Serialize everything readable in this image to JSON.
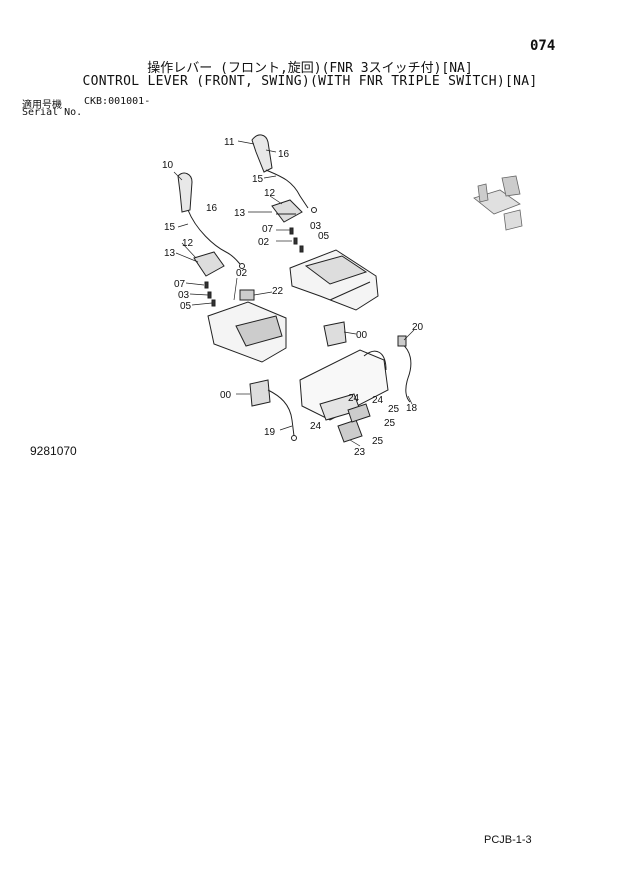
{
  "page_number": "074",
  "title_jp": "操作レバー (フロント,旋回)(FNR 3スイッチ付)[NA]",
  "title_en": "CONTROL LEVER (FRONT, SWING)(WITH FNR TRIPLE SWITCH)[NA]",
  "serial_label_jp": "適用号機",
  "serial_value": "CKB:001001-",
  "serial_label_en": "Serial No.",
  "figure_number": "9281070",
  "footer_code": "PCJB-1-3",
  "callouts": {
    "c11": "11",
    "c16a": "16",
    "c15a": "15",
    "c12a": "12",
    "c13a": "13",
    "c07a": "07",
    "c03a": "03",
    "c05a": "05",
    "c02a": "02",
    "c10": "10",
    "c16b": "16",
    "c15b": "15",
    "c12b": "12",
    "c13b": "13",
    "c07b": "07",
    "c03b": "03",
    "c05b": "05",
    "c02b": "02",
    "c22": "22",
    "c00a": "00",
    "c20": "20",
    "c00b": "00",
    "c19": "19",
    "c24a": "24",
    "c24b": "24",
    "c24c": "24",
    "c25a": "25",
    "c25b": "25",
    "c25c": "25",
    "c18": "18",
    "c23": "23"
  }
}
